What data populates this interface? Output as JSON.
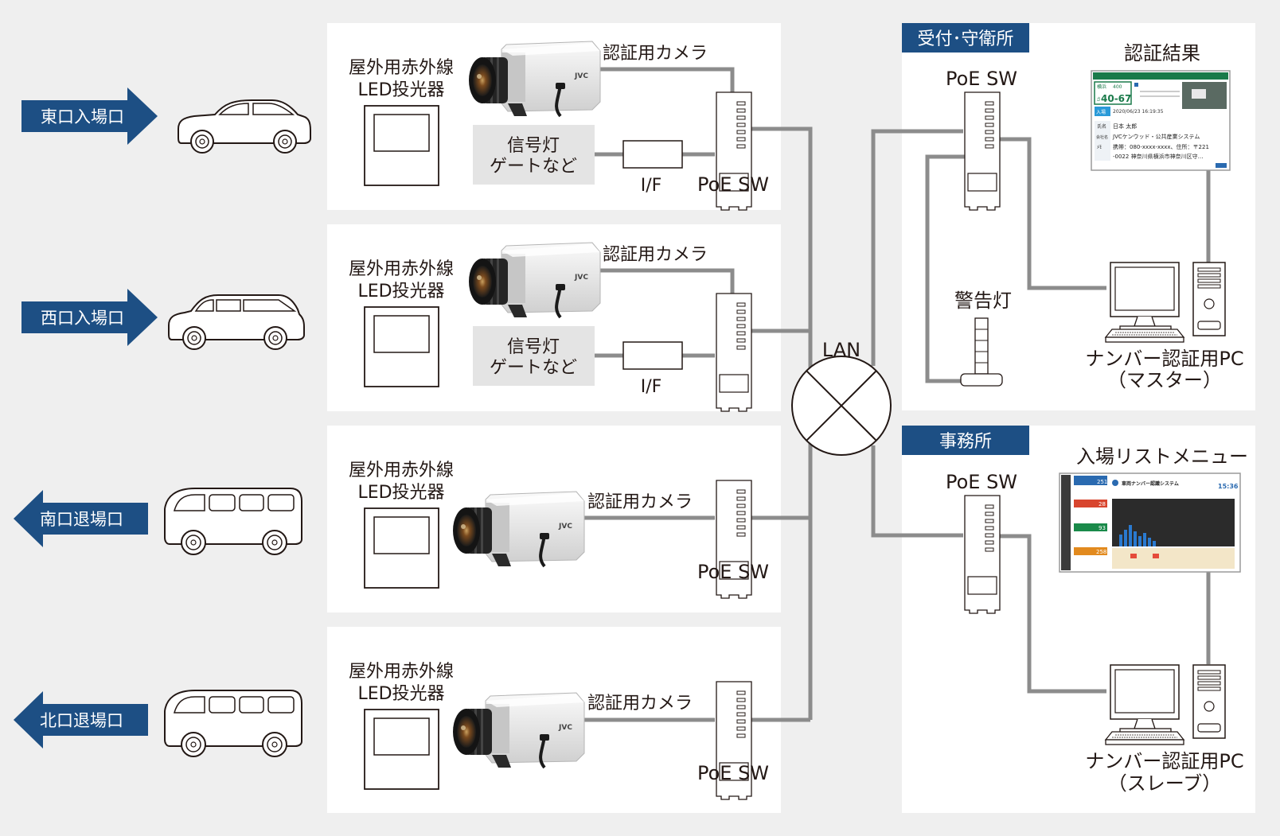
{
  "entrances": [
    {
      "label": "東口入場口",
      "direction": "in"
    },
    {
      "label": "西口入場口",
      "direction": "in"
    },
    {
      "label": "南口退場口",
      "direction": "out"
    },
    {
      "label": "北口退場口",
      "direction": "out"
    }
  ],
  "site_panel": {
    "projector": [
      "屋外用赤外線",
      "LED投光器"
    ],
    "camera": "認証用カメラ",
    "signal": [
      "信号灯",
      "ゲートなど"
    ],
    "interface": "I/F",
    "switch": "PoE SW"
  },
  "network": {
    "lan": "LAN"
  },
  "reception": {
    "tag": "受付･守衛所",
    "switch": "PoE SW",
    "result_title": "認証結果",
    "warning_light": "警告灯",
    "pc": [
      "ナンバー認証用PC",
      "（マスター）"
    ],
    "screen": {
      "plate_area": "横浜",
      "plate_class": "400",
      "plate_kana": "さ",
      "plate_number": "40-67",
      "status": "入場",
      "datetime": "2020/06/23 16:19:35",
      "name_key": "氏名",
      "name": "日本 太郎",
      "company_key": "会社名",
      "company": "JVCケンウッド・公共産業システム",
      "info_key": "ﾒﾓ",
      "info1": "携帯：080-xxxx-xxxx、住所：〒221",
      "info2": "-0022 神奈川県横浜市神奈川区守…"
    }
  },
  "office": {
    "tag": "事務所",
    "switch": "PoE SW",
    "list_title": "入場リストメニュー",
    "pc": [
      "ナンバー認証用PC",
      "（スレーブ）"
    ],
    "screen": {
      "system_name": "車両ナンバー認識システム",
      "clock": "15:36",
      "stats": [
        "251",
        "28",
        "93",
        "258"
      ]
    }
  },
  "colors": {
    "navy": "#1d4f84",
    "line": "#8c8c8c",
    "panel": "#ffffff",
    "background": "#efefef"
  },
  "icons": [
    "car-icon",
    "camera-icon",
    "switch-icon",
    "pc-icon",
    "warning-light-icon",
    "lan-hub-icon"
  ]
}
